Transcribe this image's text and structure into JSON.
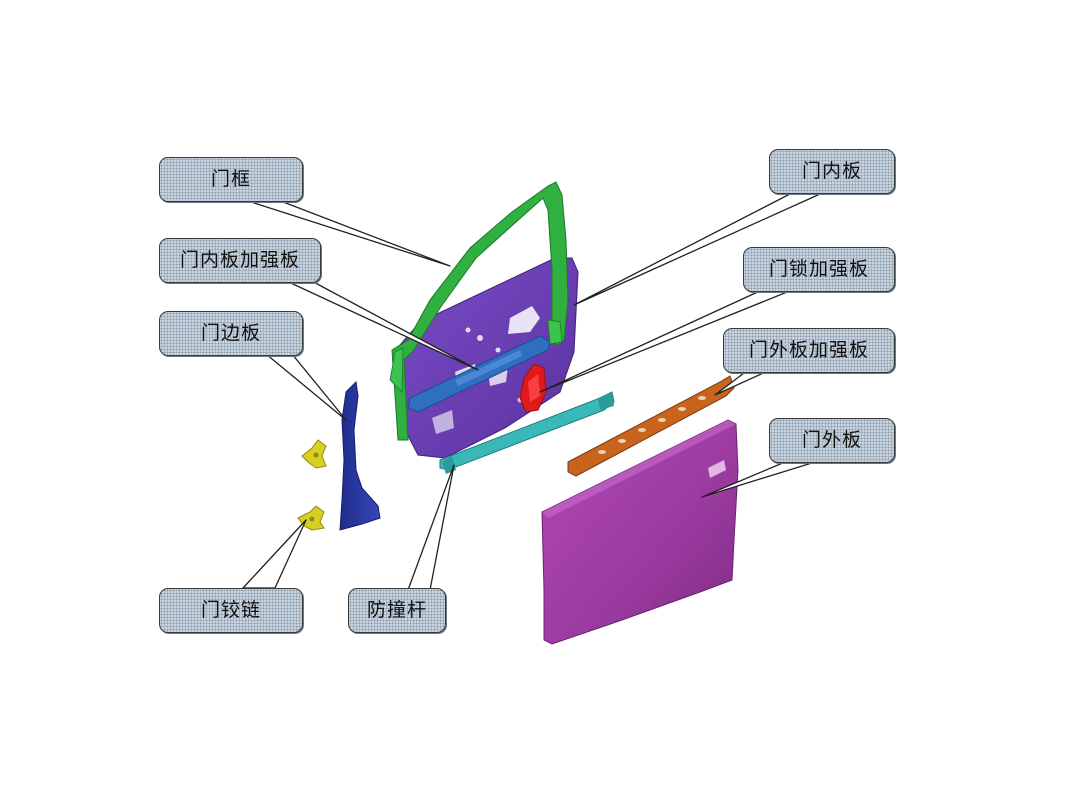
{
  "labels": {
    "door_frame": "门框",
    "inner_panel_reinforcement": "门内板加强板",
    "side_panel": "门边板",
    "hinge": "门铰链",
    "impact_beam": "防撞杆",
    "inner_panel": "门内板",
    "lock_reinforcement": "门锁加强板",
    "outer_panel_reinforcement": "门外板加强板",
    "outer_panel": "门外板"
  },
  "colors": {
    "door_frame": "#2fb040",
    "inner_panel": "#6a3fb5",
    "inner_panel_reinforcement": "#2f6fc0",
    "lock_reinforcement": "#e01a1a",
    "side_panel": "#2a3aa8",
    "hinge": "#d8d020",
    "impact_beam": "#3ab8b8",
    "outer_panel_reinforcement": "#c8641e",
    "outer_panel": "#a23fa6",
    "callout_fill": "#c7d3de",
    "callout_border": "#3a3a3a"
  }
}
